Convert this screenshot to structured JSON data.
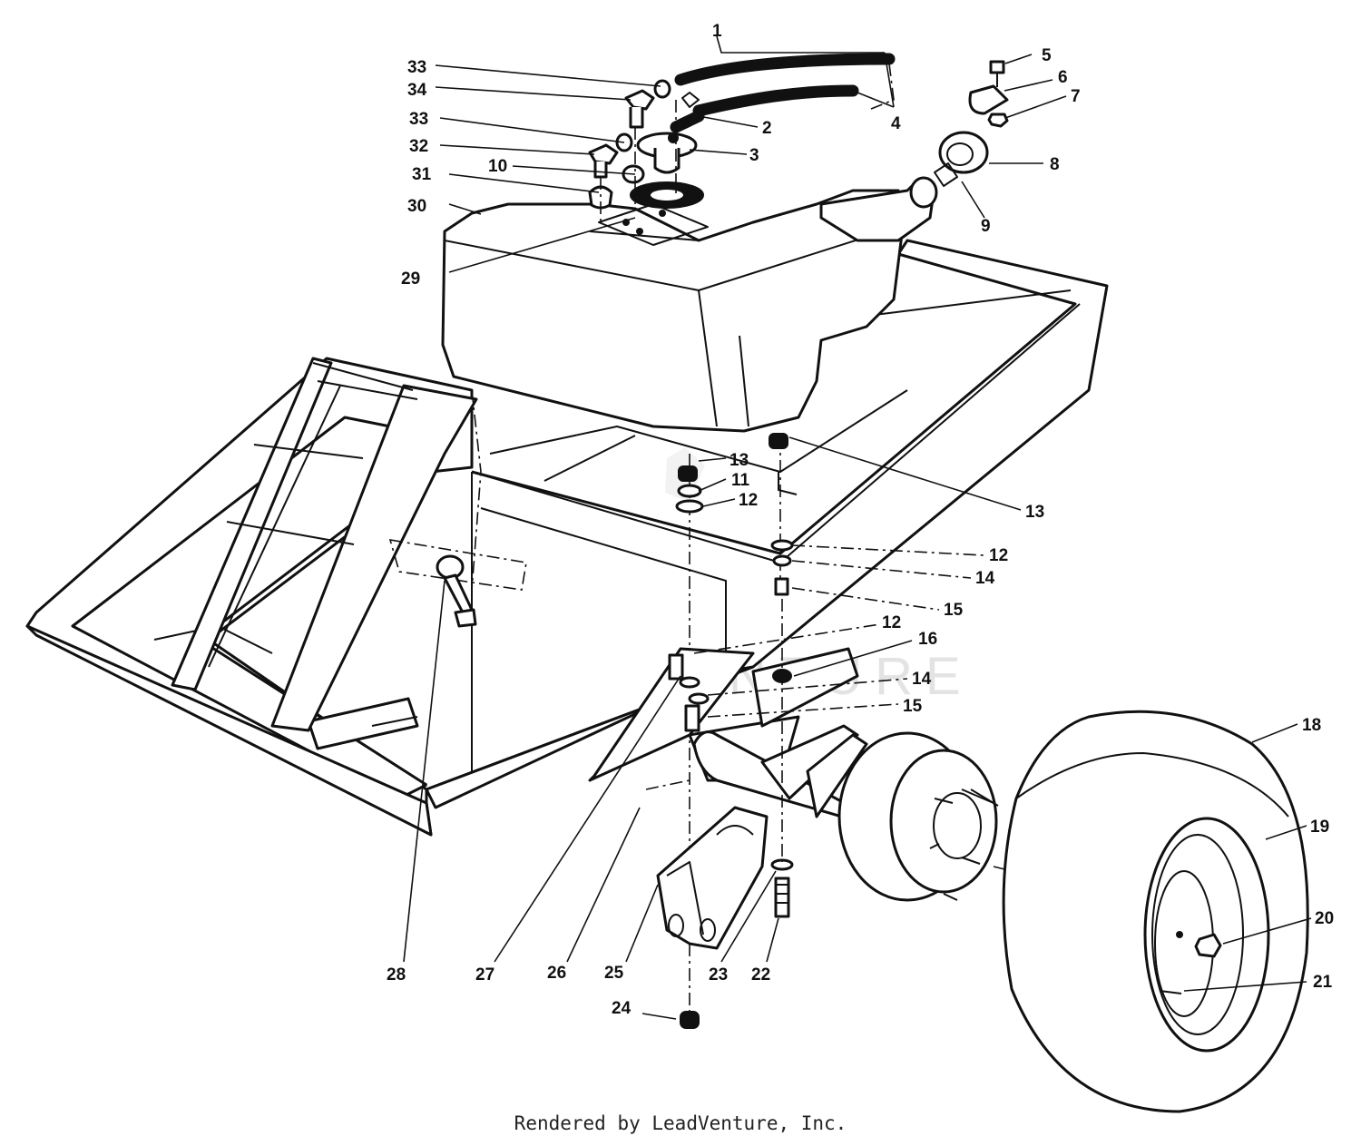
{
  "watermark": "LEADVENTURE",
  "footer": "Rendered by LeadVenture, Inc.",
  "callouts": [
    "1",
    "2",
    "3",
    "4",
    "5",
    "6",
    "7",
    "8",
    "9",
    "10",
    "11",
    "12",
    "12",
    "12",
    "12",
    "13",
    "13",
    "14",
    "14",
    "15",
    "15",
    "16",
    "18",
    "19",
    "20",
    "21",
    "22",
    "23",
    "24",
    "25",
    "26",
    "27",
    "28",
    "29",
    "30",
    "31",
    "32",
    "33",
    "33",
    "34"
  ]
}
